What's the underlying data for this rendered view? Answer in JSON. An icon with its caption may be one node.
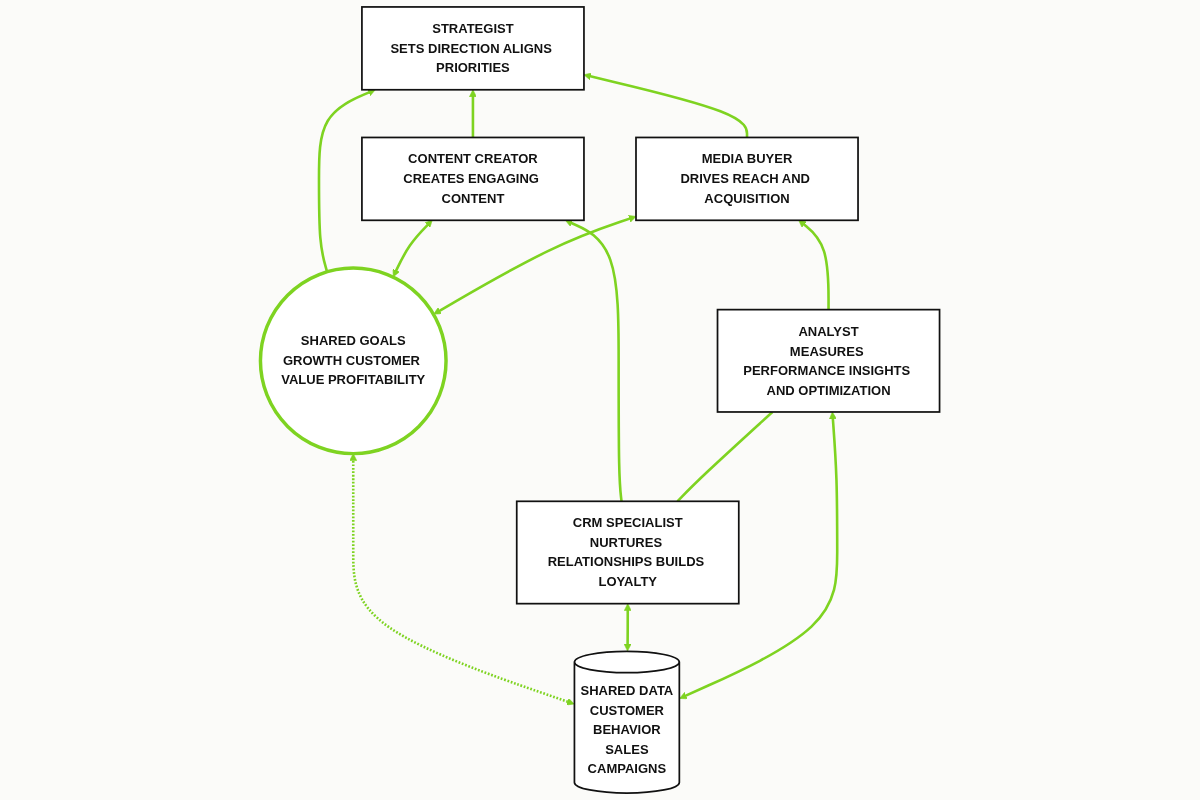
{
  "diagram": {
    "nodes": [
      {
        "text": [
          "STRATEGIST",
          "SETS DIRECTION ALIGNS PRIORITIES"
        ]
      },
      {
        "text": [
          "CONTENT CREATOR",
          "CREATES ENGAGING CONTENT"
        ]
      },
      {
        "text": [
          "SHARED GOALS",
          "GROWTH CUSTOMER VALUE PROFITABILITY"
        ]
      },
      {
        "text": [
          "MEDIA BUYER",
          "DRIVES REACH AND ACQUISITION"
        ]
      },
      {
        "text": [
          "CRM SPECIALIST",
          "NURTURES RELATIONSHIPS BUILDS LOYALTY"
        ]
      },
      {
        "text": [
          "SHARED DATA",
          "CUSTOMER",
          "BEHAVIOR",
          "SALES",
          "CAMPAIGNS"
        ]
      },
      {
        "text": [
          "ANALYST",
          "MEASURES PERFORMANCE INSIGHTS AND OPTIMIZATION"
        ]
      }
    ],
    "edges": [
      {
        "from": 1,
        "to": 0,
        "arrow": "to"
      },
      {
        "from": 3,
        "to": 0,
        "arrow": "to"
      },
      {
        "from": 2,
        "to": 0,
        "arrow": "to"
      },
      {
        "from": 2,
        "to": 1,
        "arrow": "both"
      },
      {
        "from": 2,
        "to": 3,
        "arrow": "both"
      },
      {
        "from": 5,
        "to": 2,
        "arrow": "both",
        "style": "dashed"
      },
      {
        "from": 4,
        "to": 1,
        "arrow": "to"
      },
      {
        "from": 6,
        "to": 3,
        "arrow": "to"
      },
      {
        "from": 5,
        "to": 4,
        "arrow": "both"
      },
      {
        "from": 5,
        "to": 6,
        "arrow": "both"
      },
      {
        "from": 4,
        "to": 6,
        "arrow": "none"
      }
    ]
  }
}
